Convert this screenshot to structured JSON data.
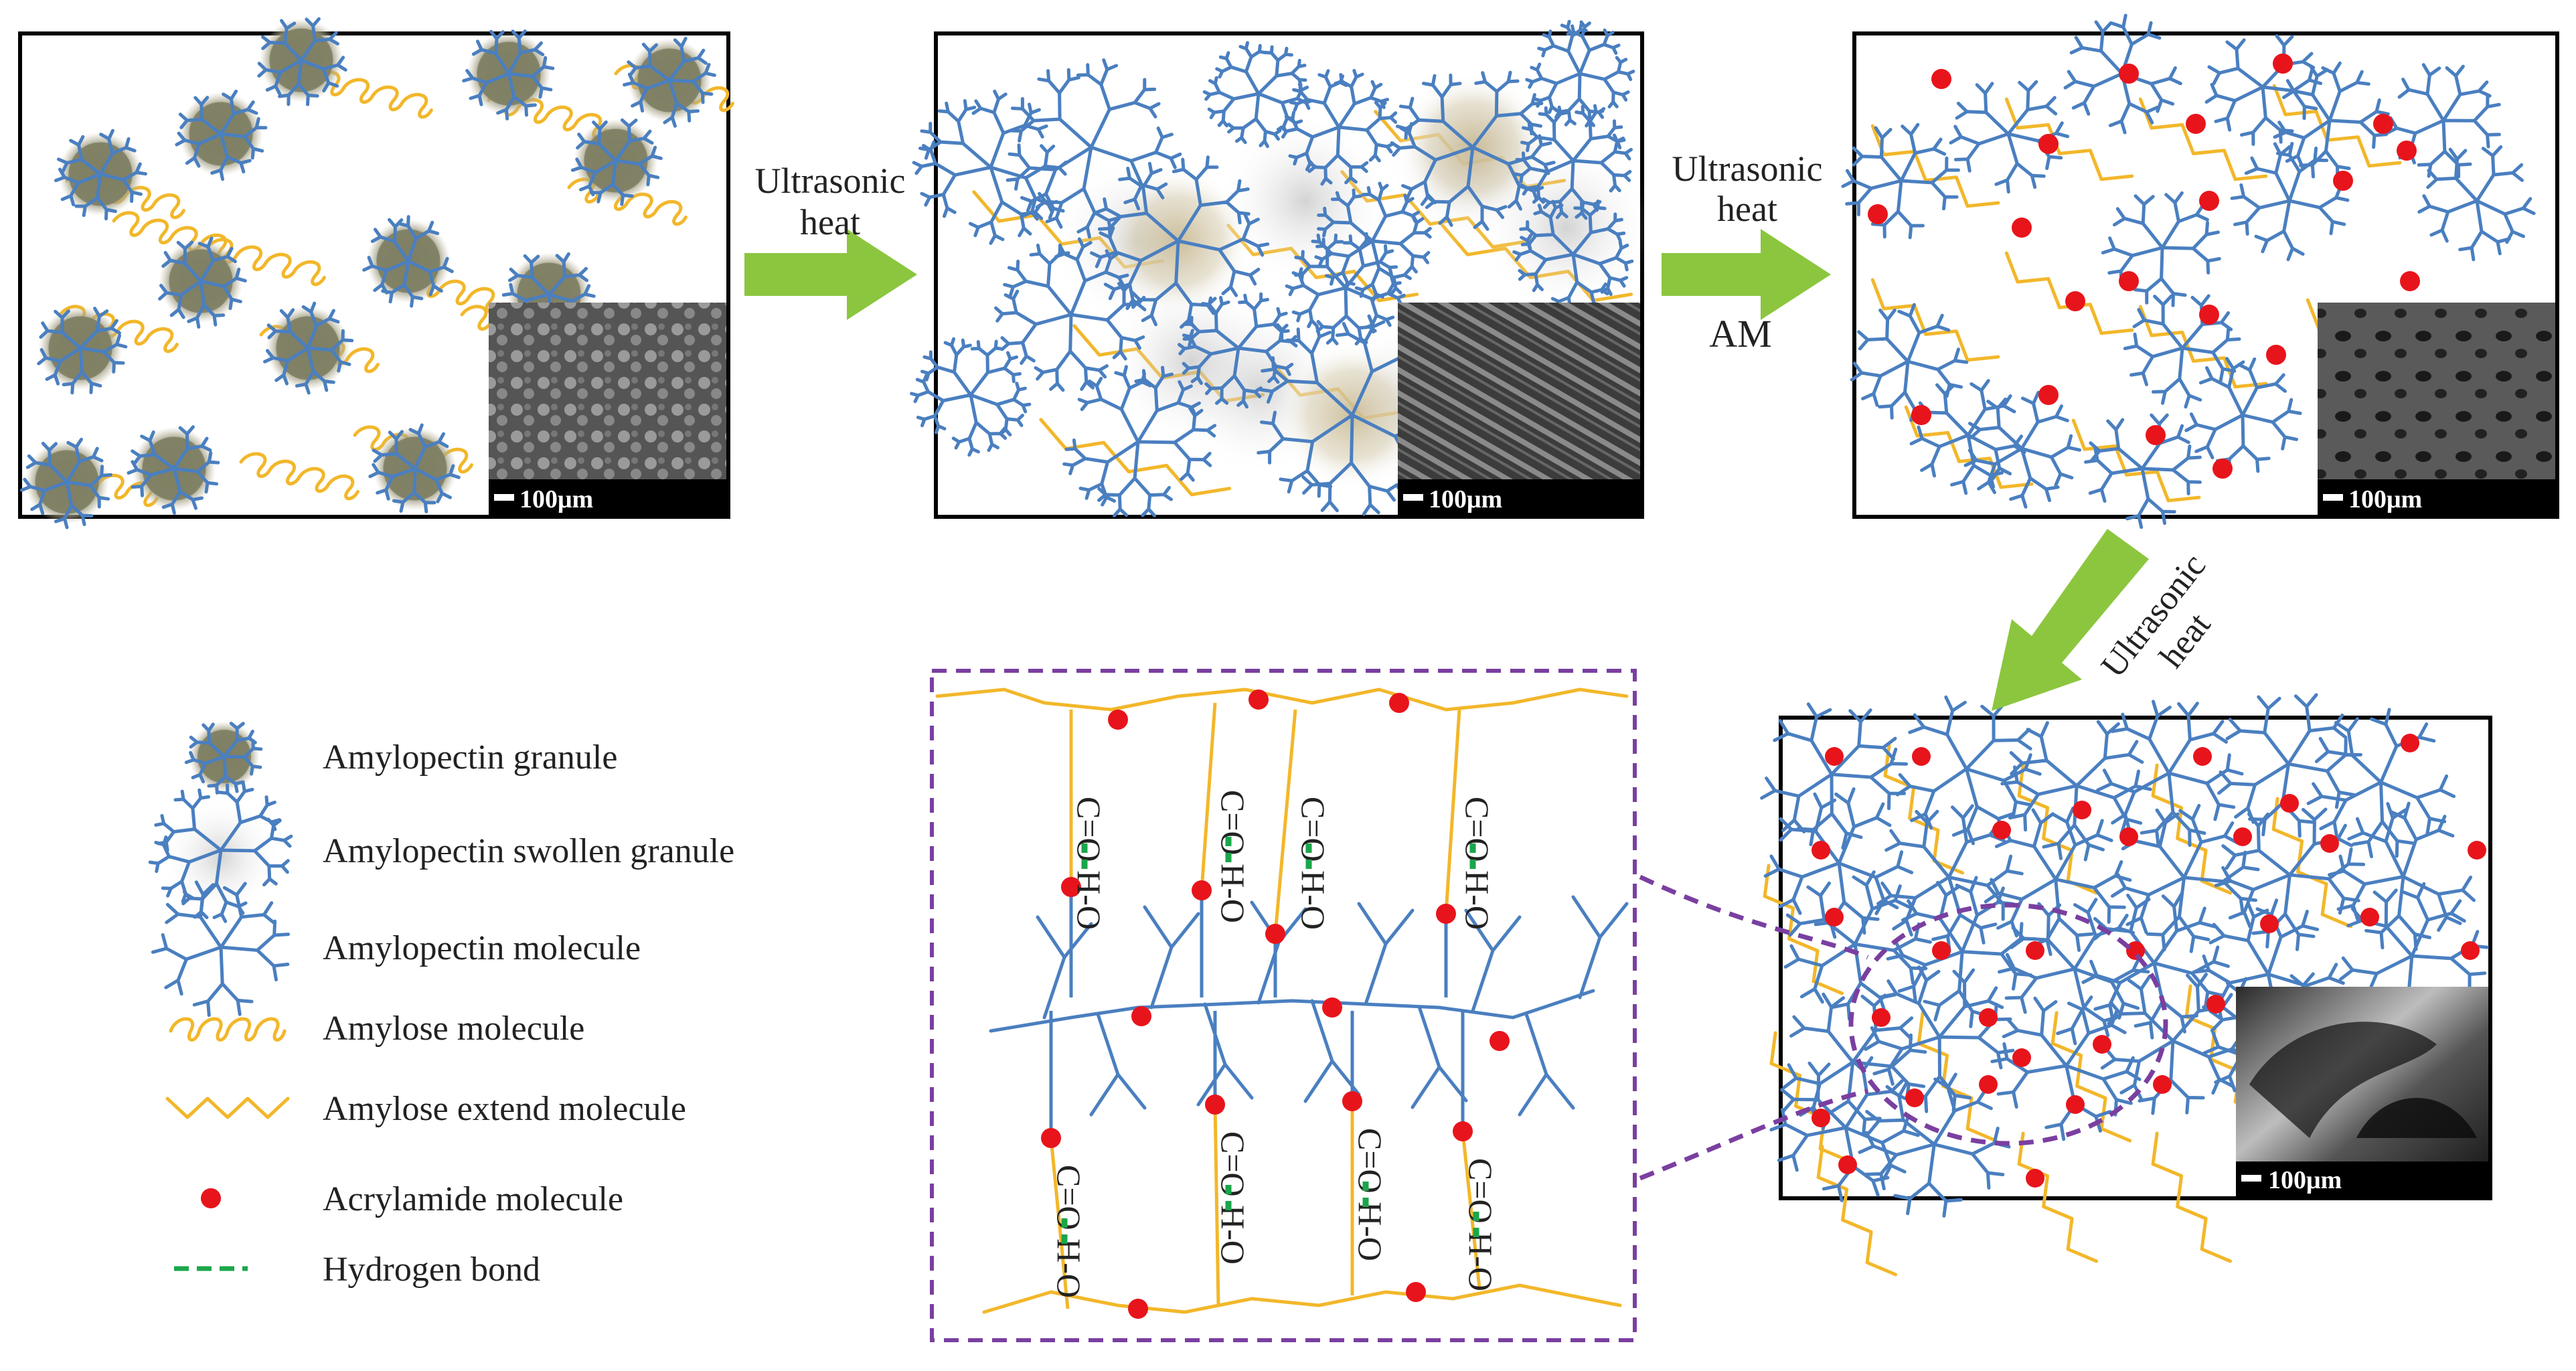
{
  "arrows": {
    "a1": "Ultrasonic\nheat",
    "a2": "Ultrasonic\nheat",
    "a2_extra": "AM",
    "a3": "Ultrasonic\nheat"
  },
  "scale_bar": "100μm",
  "legend": [
    {
      "label": "Amylopectin granule",
      "icon": "granule-icon"
    },
    {
      "label": "Amylopectin swollen granule",
      "icon": "swollen-granule-icon"
    },
    {
      "label": "Amylopectin molecule",
      "icon": "amylopectin-icon"
    },
    {
      "label": "Amylose molecule",
      "icon": "coiled-amylose-icon"
    },
    {
      "label": "Amylose extend molecule",
      "icon": "extended-amylose-icon"
    },
    {
      "label": "Acrylamide molecule",
      "icon": "red-dot-icon"
    },
    {
      "label": "Hydrogen bond",
      "icon": "green-dash-icon"
    }
  ],
  "detail": {
    "top_labels": [
      "C=O H-O",
      "C=O H-O",
      "C=O H-O",
      "C=O H-O"
    ],
    "bottom_labels": [
      "C=O H-O",
      "C=O H-O",
      "C=O H-O",
      "C=O H-O"
    ]
  },
  "colors": {
    "amylose": "#f2b72a",
    "amylopectin": "#4a7fc0",
    "acrylamide": "#e8141b",
    "hbond": "#1aa64a",
    "arrow": "#8cc63f",
    "dashed": "#7a3fa0"
  }
}
